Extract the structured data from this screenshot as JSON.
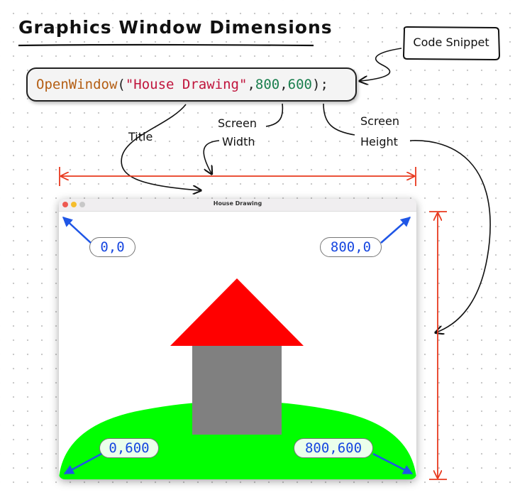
{
  "title": "Graphics Window Dimensions",
  "code": {
    "fn": "OpenWindow",
    "open_paren": "(",
    "title_arg": "\"House Drawing\"",
    "sep1": ", ",
    "width_arg": "800",
    "sep2": ", ",
    "height_arg": "600",
    "close": ");"
  },
  "callouts": {
    "code_snippet": "Code Snippet",
    "title": "Title",
    "screen_width_1": "Screen",
    "screen_width_2": "Width",
    "screen_height_1": "Screen",
    "screen_height_2": "Height"
  },
  "window": {
    "title": "House Drawing",
    "buttons": [
      "#ee5a52",
      "#f5be2e",
      "#c8c8c8"
    ]
  },
  "coords": {
    "top_left": "0,0",
    "top_right": "800,0",
    "bottom_left": "0,600",
    "bottom_right": "800,600"
  },
  "colors": {
    "dimension_arrow": "#e8391e",
    "coord_arrow": "#1f56e6",
    "roof": "#ff0000",
    "house": "#808080",
    "hill": "#00ff00"
  }
}
